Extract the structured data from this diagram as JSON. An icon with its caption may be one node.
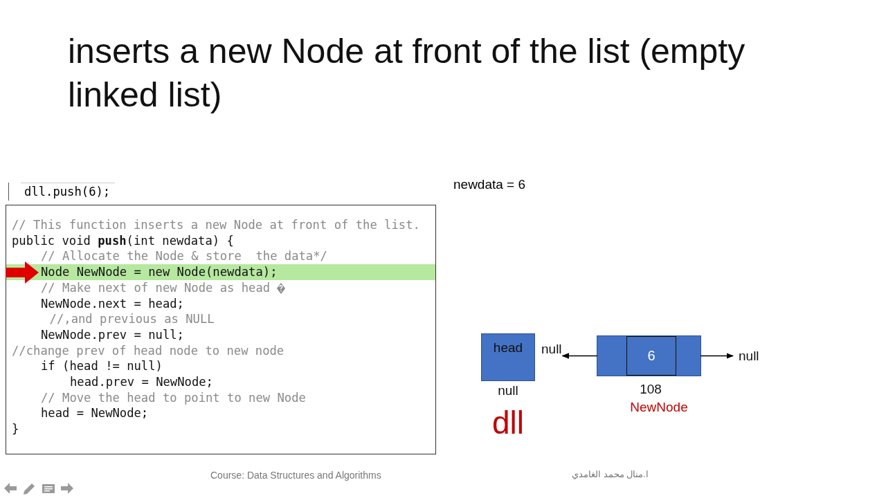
{
  "diagram": {
    "title": "inserts a new Node at front of the list (empty linked list)",
    "nodes": [
      {
        "text": [
          "// This function inserts a new Node at front of the list.",
          "public void **push**(int newdata) {",
          "// Allocate the Node & store  the data*/",
          "Node NewNode = new Node(newdata);",
          "// Make next of new Node as head",
          "NewNode.next = head;",
          "//,and previous as NULL",
          "NewNode.prev = null;",
          "//change prev of head node to new node",
          "if (head != null)",
          "head.prev = NewNode;",
          "// Move the head to point to new Node",
          "head = NewNode;",
          "}"
        ]
      },
      {
        "text": [
          "head"
        ],
        "beside": [
          "null",
          "dll"
        ]
      },
      {
        "text": [
          "null"
        ]
      },
      {
        "text": [],
        "shape": "box",
        "beside": [
          "108",
          "NewNode"
        ]
      },
      {
        "text": [
          "6"
        ],
        "in": 3
      },
      {
        "text": [
          "null"
        ]
      }
    ],
    "edges": [
      {
        "from": 3,
        "to": 2,
        "arrow": "to"
      },
      {
        "from": 3,
        "to": 5,
        "arrow": "to"
      }
    ],
    "labels": [
      "dll.push(6);",
      "newdata = 6",
      "Course: Data Structures and Algorithms",
      "ا.منال محمد الغامدي"
    ]
  }
}
